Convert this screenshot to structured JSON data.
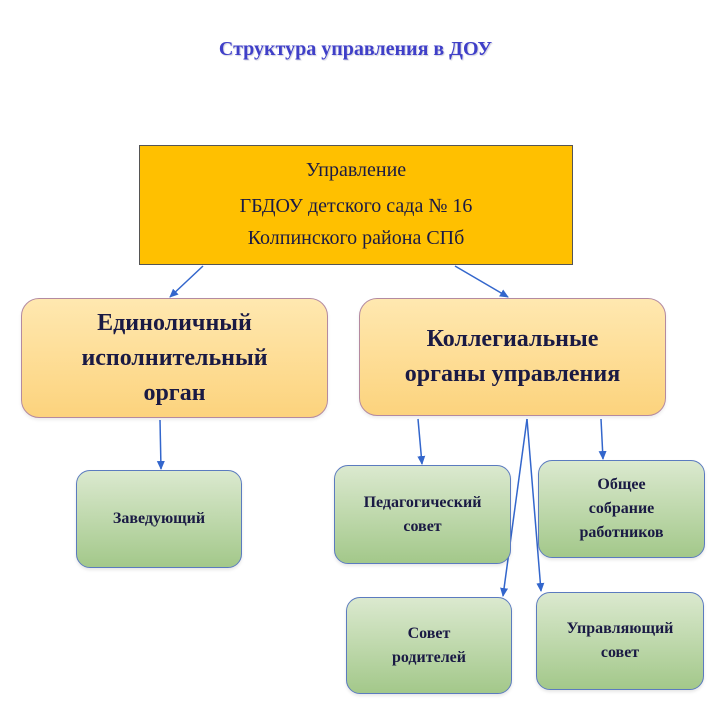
{
  "title": "Структура управления в ДОУ",
  "top_node": {
    "line1": "Управление",
    "line2": "ГБДОУ детского сада № 16",
    "line3": "Колпинского района СПб"
  },
  "sole_body": {
    "line1": "Единоличный",
    "line2": "исполнительный",
    "line3": "орган"
  },
  "collegial_bodies": {
    "line1": "Коллегиальные",
    "line2": "органы управления"
  },
  "head": {
    "label": "Заведующий"
  },
  "pedagogical_council": {
    "line1": "Педагогический",
    "line2": "совет"
  },
  "general_meeting": {
    "line1": "Общее",
    "line2": "собрание",
    "line3": "работников"
  },
  "parents_council": {
    "line1": "Совет",
    "line2": "родителей"
  },
  "governing_council": {
    "line1": "Управляющий",
    "line2": "совет"
  },
  "colors": {
    "title": "#3f3fc8",
    "top_fill": "#ffc000",
    "mid_fill": "#fcd37d",
    "leaf_fill": "#a3c88a",
    "arrow": "#3366cc"
  }
}
